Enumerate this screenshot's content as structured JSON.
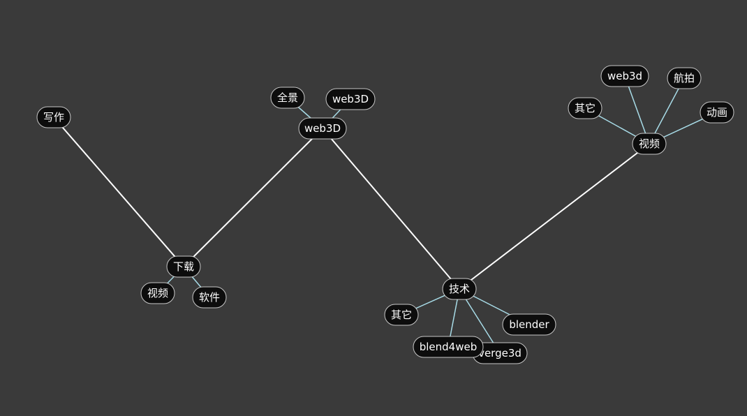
{
  "nodes": [
    {
      "id": "n_xiezuo",
      "label": "写作",
      "icon": null
    },
    {
      "id": "n_xiazai",
      "label": "下载",
      "icon": null
    },
    {
      "id": "n_shipin1",
      "label": "视频",
      "icon": null
    },
    {
      "id": "n_ruanjian",
      "label": "软件",
      "icon": null
    },
    {
      "id": "n_web3D_hub",
      "label": "web3D",
      "icon": null
    },
    {
      "id": "n_quanjing",
      "label": "全景",
      "icon": null
    },
    {
      "id": "n_web3D_leaf",
      "label": "web3D",
      "icon": null
    },
    {
      "id": "n_jishu",
      "label": "技术",
      "icon": null
    },
    {
      "id": "n_qita1",
      "label": "其它",
      "icon": null
    },
    {
      "id": "n_blender",
      "label": "blender",
      "icon": null
    },
    {
      "id": "n_verge3d",
      "label": "verge3d",
      "icon": null
    },
    {
      "id": "n_blend4web",
      "label": "blend4web",
      "icon": null
    },
    {
      "id": "n_shipin2",
      "label": "视频",
      "icon": null
    },
    {
      "id": "n_qita2",
      "label": "其它",
      "icon": null
    },
    {
      "id": "n_web3d",
      "label": "web3d",
      "icon": null
    },
    {
      "id": "n_hangpai",
      "label": "航拍",
      "icon": null
    },
    {
      "id": "n_donghua",
      "label": "动画",
      "icon": null
    }
  ],
  "edges": [
    {
      "from": "n_xiezuo",
      "to": "n_xiazai",
      "kind": "main"
    },
    {
      "from": "n_xiazai",
      "to": "n_web3D_hub",
      "kind": "main"
    },
    {
      "from": "n_web3D_hub",
      "to": "n_jishu",
      "kind": "main"
    },
    {
      "from": "n_jishu",
      "to": "n_shipin2",
      "kind": "main"
    },
    {
      "from": "n_xiazai",
      "to": "n_shipin1",
      "kind": "leaf"
    },
    {
      "from": "n_xiazai",
      "to": "n_ruanjian",
      "kind": "leaf"
    },
    {
      "from": "n_web3D_hub",
      "to": "n_quanjing",
      "kind": "leaf"
    },
    {
      "from": "n_web3D_hub",
      "to": "n_web3D_leaf",
      "kind": "leaf"
    },
    {
      "from": "n_jishu",
      "to": "n_qita1",
      "kind": "leaf"
    },
    {
      "from": "n_jishu",
      "to": "n_blender",
      "kind": "leaf"
    },
    {
      "from": "n_jishu",
      "to": "n_verge3d",
      "kind": "leaf"
    },
    {
      "from": "n_jishu",
      "to": "n_blend4web",
      "kind": "leaf"
    },
    {
      "from": "n_shipin2",
      "to": "n_qita2",
      "kind": "leaf"
    },
    {
      "from": "n_shipin2",
      "to": "n_web3d",
      "kind": "leaf"
    },
    {
      "from": "n_shipin2",
      "to": "n_hangpai",
      "kind": "leaf"
    },
    {
      "from": "n_shipin2",
      "to": "n_donghua",
      "kind": "leaf"
    }
  ],
  "colors": {
    "background": "#3a3a3a",
    "node_fill": "#0d0d0d",
    "node_stroke": "#c8c8c8",
    "main_edge": "#ffffff",
    "leaf_edge": "#a8dce8",
    "text": "#ffffff"
  }
}
